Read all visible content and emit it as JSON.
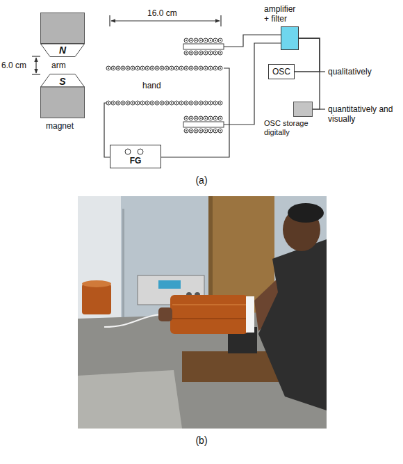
{
  "diagram": {
    "nodes": [
      {
        "text": [
          "N"
        ]
      },
      {
        "text": [
          "S"
        ]
      },
      {
        "text": [
          "amplifier + filter"
        ]
      },
      {
        "text": [
          "OSC"
        ]
      },
      {
        "text": [
          "OSC storage digitally"
        ]
      },
      {
        "text": [
          "FG"
        ]
      }
    ],
    "edges": [
      {
        "from": 2,
        "to": 3,
        "arrow": "none"
      },
      {
        "from": 2,
        "to": 4,
        "arrow": "none"
      }
    ],
    "labels": [
      "16.0 cm",
      "6.0 cm",
      "arm",
      "hand",
      "magnet",
      "qualitatively",
      "quantitatively and visually",
      "(a)",
      "(b)"
    ]
  }
}
